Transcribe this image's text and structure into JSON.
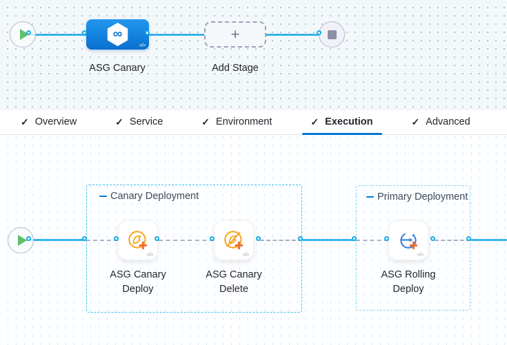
{
  "colors": {
    "accent": "#0278d5",
    "pipeline_line": "#35b4e9",
    "stage_blue": "#0d77d3",
    "canary_orange": "#f6a723",
    "cross_orange": "#ec6e2e",
    "rolling_blue": "#3c7fd8",
    "group_border_canary": "#3fc0f2",
    "group_border_primary": "#8cd7f8"
  },
  "glyphs": {
    "check": "✓",
    "plus": "+",
    "infinity": "∞",
    "template_code": "</>"
  },
  "stage_pipeline": {
    "start_icon": "play-icon",
    "end_icon": "stop-icon",
    "stage": {
      "label": "ASG Canary",
      "icon": "harness-hexagon-icon"
    },
    "add_stage": {
      "label": "Add Stage"
    }
  },
  "tabs": {
    "active_tab": "Execution",
    "items": [
      {
        "label": "Overview"
      },
      {
        "label": "Service"
      },
      {
        "label": "Environment"
      },
      {
        "label": "Execution"
      },
      {
        "label": "Advanced"
      }
    ]
  },
  "execution": {
    "groups": [
      {
        "title": "Canary Deployment",
        "steps": [
          {
            "label": "ASG Canary Deploy",
            "icon": "asg-canary-deploy-icon"
          },
          {
            "label": "ASG Canary Delete",
            "icon": "asg-canary-delete-icon"
          }
        ]
      },
      {
        "title": "Primary Deployment",
        "steps": [
          {
            "label": "ASG Rolling Deploy",
            "icon": "asg-rolling-deploy-icon"
          }
        ]
      }
    ]
  }
}
